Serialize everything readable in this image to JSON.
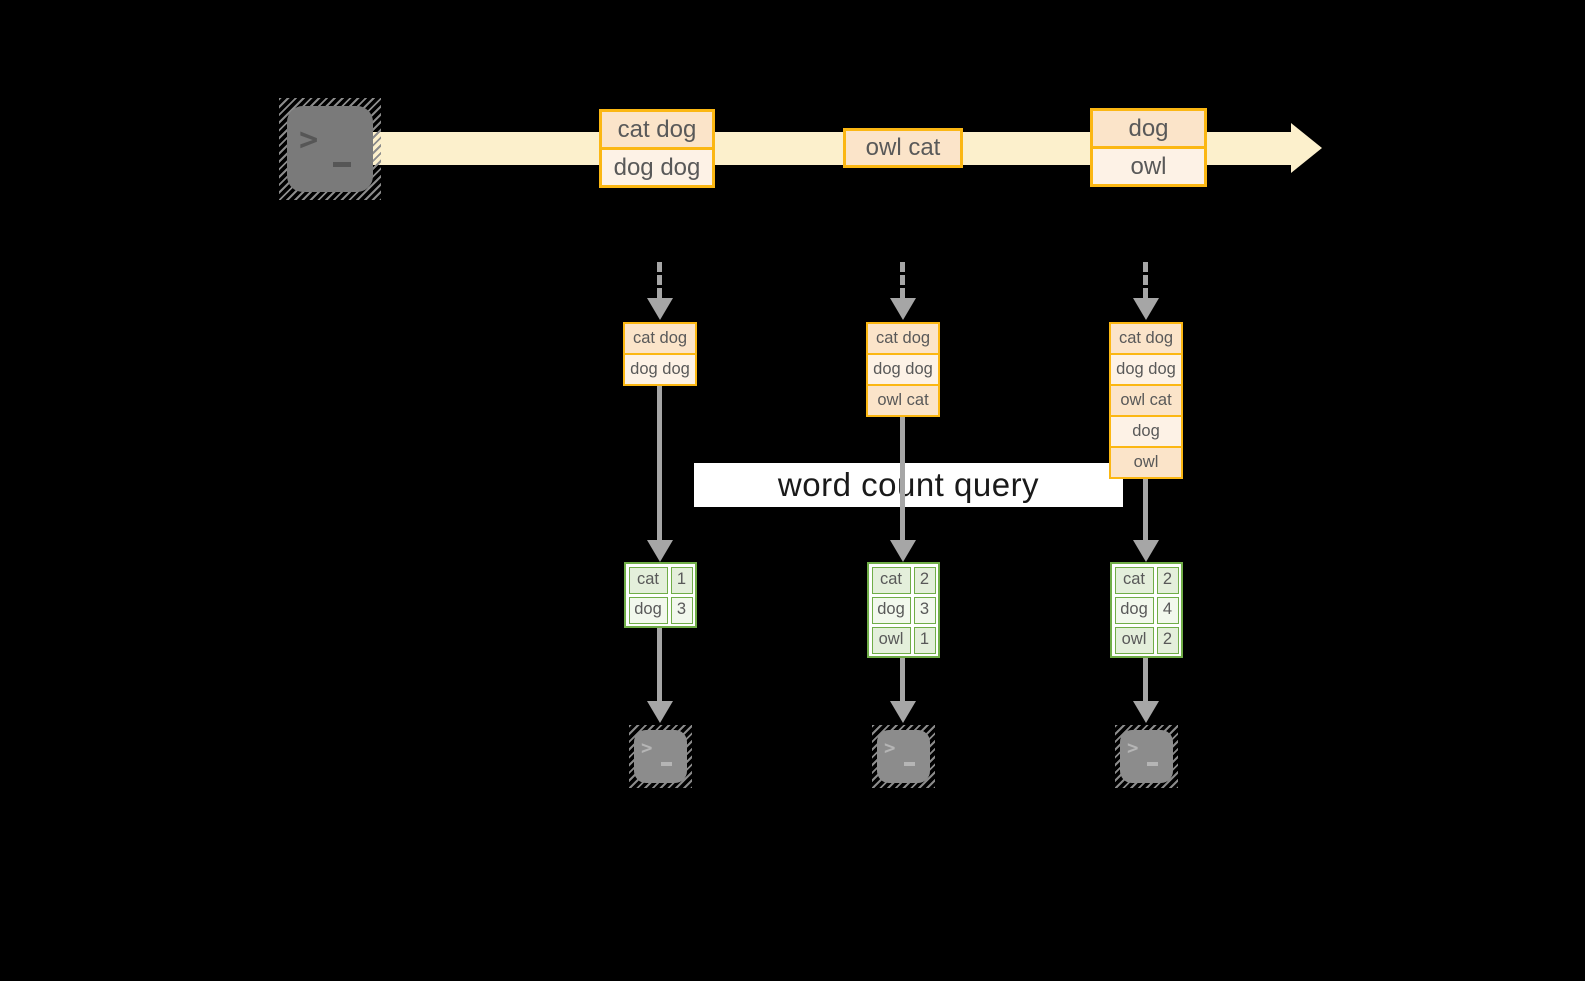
{
  "colors": {
    "background": "#000000",
    "stream_band": "#FCF0CC",
    "box_border_gold": "#FBB713",
    "box_fill_peach": "#FBE4C9",
    "box_fill_light": "#FDF2E6",
    "table_border_green": "#70AD47",
    "table_fill_green": "#E4EFDB",
    "table_fill_green_light": "#F2F8ED",
    "arrow_gray": "#A6A6A6",
    "terminal_gray": "#7A7A7A",
    "text_gray": "#595959",
    "banner_bg": "#FFFFFF",
    "banner_text": "#1A1A1A"
  },
  "icons": {
    "terminal_prompt": ">"
  },
  "banner": {
    "label": "word count query"
  },
  "stream": {
    "batches": [
      {
        "rows": [
          "cat dog",
          "dog dog"
        ]
      },
      {
        "rows": [
          "owl cat"
        ]
      },
      {
        "rows": [
          "dog",
          "owl"
        ]
      }
    ]
  },
  "tasks": [
    {
      "buffer": [
        "cat dog",
        "dog dog"
      ],
      "counts": [
        {
          "word": "cat",
          "count": "1"
        },
        {
          "word": "dog",
          "count": "3"
        }
      ]
    },
    {
      "buffer": [
        "cat dog",
        "dog dog",
        "owl cat"
      ],
      "counts": [
        {
          "word": "cat",
          "count": "2"
        },
        {
          "word": "dog",
          "count": "3"
        },
        {
          "word": "owl",
          "count": "1"
        }
      ]
    },
    {
      "buffer": [
        "cat dog",
        "dog dog",
        "owl cat",
        "dog",
        "owl"
      ],
      "counts": [
        {
          "word": "cat",
          "count": "2"
        },
        {
          "word": "dog",
          "count": "4"
        },
        {
          "word": "owl",
          "count": "2"
        }
      ]
    }
  ]
}
